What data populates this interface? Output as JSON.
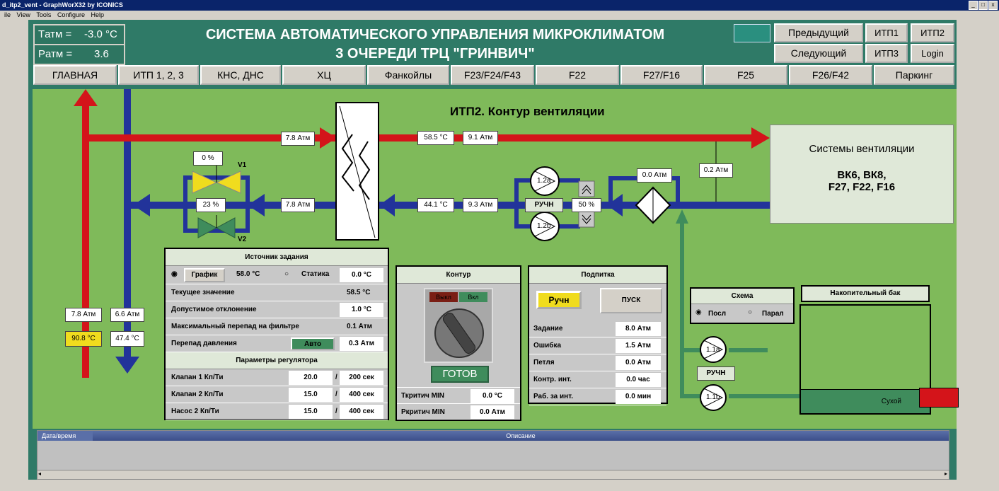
{
  "window": {
    "title": "d_itp2_vent - GraphWorX32 by ICONICS"
  },
  "menu": [
    "ile",
    "View",
    "Tools",
    "Configure",
    "Help"
  ],
  "header": {
    "tatm_label": "Tатм =",
    "tatm_value": "-3.0 °C",
    "patm_label": "Pатм =",
    "patm_value": "3.6",
    "title_line1": "СИСТЕМА АВТОМАТИЧЕСКОГО УПРАВЛЕНИЯ МИКРОКЛИМАТОМ",
    "title_line2": "3 ОЧЕРЕДИ ТРЦ \"ГРИНВИЧ\"",
    "prev": "Предыдущий",
    "next": "Следующий",
    "itp1": "ИТП1",
    "itp2": "ИТП2",
    "itp3": "ИТП3",
    "login": "Login"
  },
  "nav": [
    "ГЛАВНАЯ",
    "ИТП 1, 2, 3",
    "КНС, ДНС",
    "ХЦ",
    "Фанкойлы",
    "F23/F24/F43",
    "F22",
    "F27/F16",
    "F25",
    "F26/F42",
    "Паркинг"
  ],
  "diagram": {
    "title": "ИТП2. Контур вентиляции",
    "supply_in_p": "7.8 Атм",
    "supply_out_t": "58.5 °C",
    "supply_out_p": "9.1 Атм",
    "return_in_t": "44.1 °C",
    "return_in_p": "9.3 Атм",
    "return_out_p": "7.8 Атм",
    "v1_pos": "0 %",
    "v1_label": "V1",
    "v2_pos": "23 %",
    "v2_label": "V2",
    "pump_a": "1.2a",
    "pump_b": "1.2b",
    "pump_mode": "РУЧН",
    "pump_speed": "50 %",
    "filter_dp": "0.0 Атм",
    "vent_dp": "0.2 Атм",
    "left_supply_p": "7.8 Атм",
    "left_supply_t": "90.8 °C",
    "left_return_p": "6.6 Атм",
    "left_return_t": "47.4 °C",
    "vent_systems_title": "Системы вентиляции",
    "vent_systems_line1": "ВК6, ВК8,",
    "vent_systems_line2": "F27, F22, F16",
    "makeup_pump_a": "1.1a",
    "makeup_pump_b": "1.1b",
    "makeup_mode": "РУЧН"
  },
  "setpoint_panel": {
    "title": "Источник задания",
    "schedule_btn": "График",
    "schedule_value": "58.0 °C",
    "static_label": "Статика",
    "static_value": "0.0 °C",
    "rows": [
      {
        "label": "Текущее значение",
        "value": "58.5 °C"
      },
      {
        "label": "Допустимое отклонение",
        "value": "1.0 °C"
      },
      {
        "label": "Максимальный перепад на фильтре",
        "value": "0.1 Атм"
      },
      {
        "label": "Перепад давления",
        "value": "0.3 Атм",
        "btn": "Авто"
      }
    ],
    "reg_title": "Параметры регулятора",
    "reg_rows": [
      {
        "label": "Клапан 1 Кп/Ти",
        "kp": "20.0",
        "sep": "/",
        "ti": "200 сек"
      },
      {
        "label": "Клапан 2 Кп/Ти",
        "kp": "15.0",
        "sep": "/",
        "ti": "400 сек"
      },
      {
        "label": "Насос 2 Кп/Ти",
        "kp": "15.0",
        "sep": "/",
        "ti": "400 сек"
      }
    ]
  },
  "contour_panel": {
    "title": "Контур",
    "off": "Выкл",
    "on": "Вкл",
    "status": "ГОТОВ",
    "tcrit_label": "Ткритич MIN",
    "tcrit_value": "0.0 °C",
    "pcrit_label": "Ркритич MIN",
    "pcrit_value": "0.0 Атм"
  },
  "makeup_panel": {
    "title": "Подпитка",
    "manual_btn": "Ручн",
    "start_btn": "ПУСК",
    "rows": [
      {
        "label": "Задание",
        "value": "8.0 Атм"
      },
      {
        "label": "Ошибка",
        "value": "1.5 Атм"
      },
      {
        "label": "Петля",
        "value": "0.0 Атм"
      },
      {
        "label": "Контр. инт.",
        "value": "0.0 час"
      },
      {
        "label": "Раб. за инт.",
        "value": "0.0 мин"
      }
    ]
  },
  "scheme_panel": {
    "title": "Схема",
    "opt1": "Посл",
    "opt2": "Парал"
  },
  "tank_panel": {
    "title": "Накопительный бак",
    "dry": "Сухой"
  },
  "alarm": {
    "col_time": "Дата/время",
    "col_desc": "Описание"
  },
  "colors": {
    "supply": "#d4141a",
    "return": "#22339a",
    "makeup": "#3f8c5c",
    "background": "#7fba5a"
  }
}
